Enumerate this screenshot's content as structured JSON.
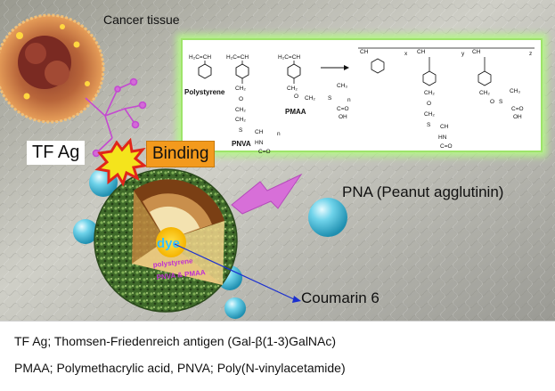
{
  "labels": {
    "cancer_tissue": "Cancer tissue",
    "tf_ag": "TF Ag",
    "binding": "Binding",
    "pna": "PNA (Peanut agglutinin)",
    "coumarin": "Coumarin 6",
    "dye": "dye",
    "polystyrene_layer": "polystyrene",
    "pnva_pmaa_layer": "PNVA & PMAA"
  },
  "chemistry": {
    "polystyrene": "Polystyrene",
    "pmaa": "PMAA",
    "pnva": "PNVA",
    "h2c_ch": "H₂C=CH",
    "ch2": "CH₂",
    "ch3": "CH₃",
    "ch_h": "CH",
    "s": "S",
    "o": "O",
    "oh": "OH",
    "hn": "HN",
    "c_o": "C=O",
    "n": "n",
    "x": "x",
    "y": "y",
    "z": "z"
  },
  "caption": {
    "line1": "TF Ag; Thomsen-Friedenreich antigen (Gal-β(1-3)GalNAc)",
    "line2": "PMAA; Polymethacrylic acid, PNVA; Poly(N-vinylacetamide)"
  },
  "colors": {
    "binding_box": "#f39a1d",
    "arrow": "#d76fd8",
    "coumarin_line": "#1a2fd0",
    "glow": "#b6f58a",
    "sphere": "#58c8e0"
  }
}
